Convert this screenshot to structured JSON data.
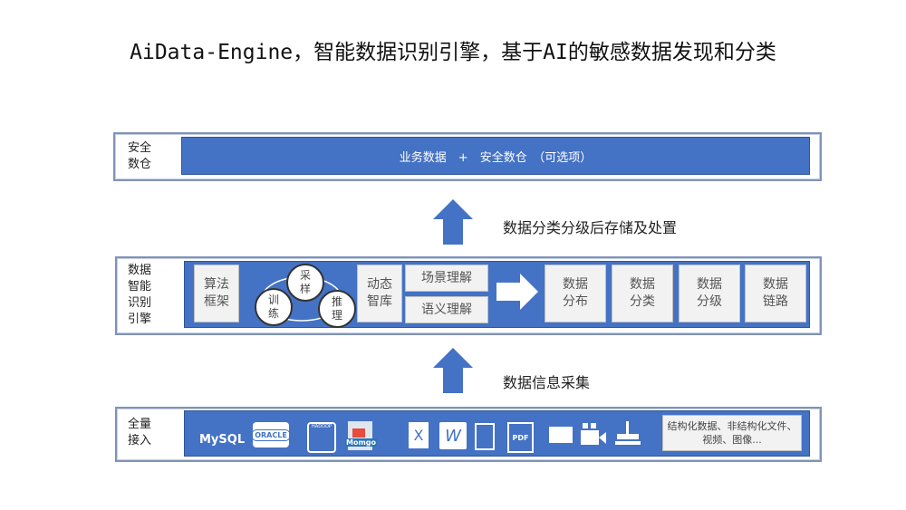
{
  "title": "AiData-Engine，智能数据识别引擎，基于AI的敏感数据发现和分类",
  "layer_top": {
    "label_1": "安全",
    "label_2": "数仓",
    "bar_text": "业务数据　+　安全数仓　（可选项）"
  },
  "arrow_top_text": "数据分类分级后存储及处置",
  "layer_mid": {
    "label": [
      "数据",
      "智能",
      "识别",
      "引擎"
    ],
    "algo": [
      "算法",
      "框架"
    ],
    "cycle": [
      [
        "采",
        "样"
      ],
      [
        "训",
        "练"
      ],
      [
        "推",
        "理"
      ]
    ],
    "lib": [
      "动态",
      "智库"
    ],
    "scene": "场景理解",
    "semantic": "语义理解",
    "outputs": [
      [
        "数据",
        "分布"
      ],
      [
        "数据",
        "分类"
      ],
      [
        "数据",
        "分级"
      ],
      [
        "数据",
        "链路"
      ]
    ]
  },
  "arrow_bottom_text": "数据信息采集",
  "layer_bottom": {
    "label_1": "全量",
    "label_2": "接入",
    "sources": [
      "MySQL",
      "ORACLE",
      "HADOOP",
      "Momgo"
    ],
    "files": [
      "X",
      "W",
      "PDF"
    ],
    "note": "结构化数据、非结构化文件、视频、图像..."
  },
  "colors": {
    "blue": "#4472c4",
    "gray": "#f2f2f2",
    "border": "#7f93b8"
  }
}
